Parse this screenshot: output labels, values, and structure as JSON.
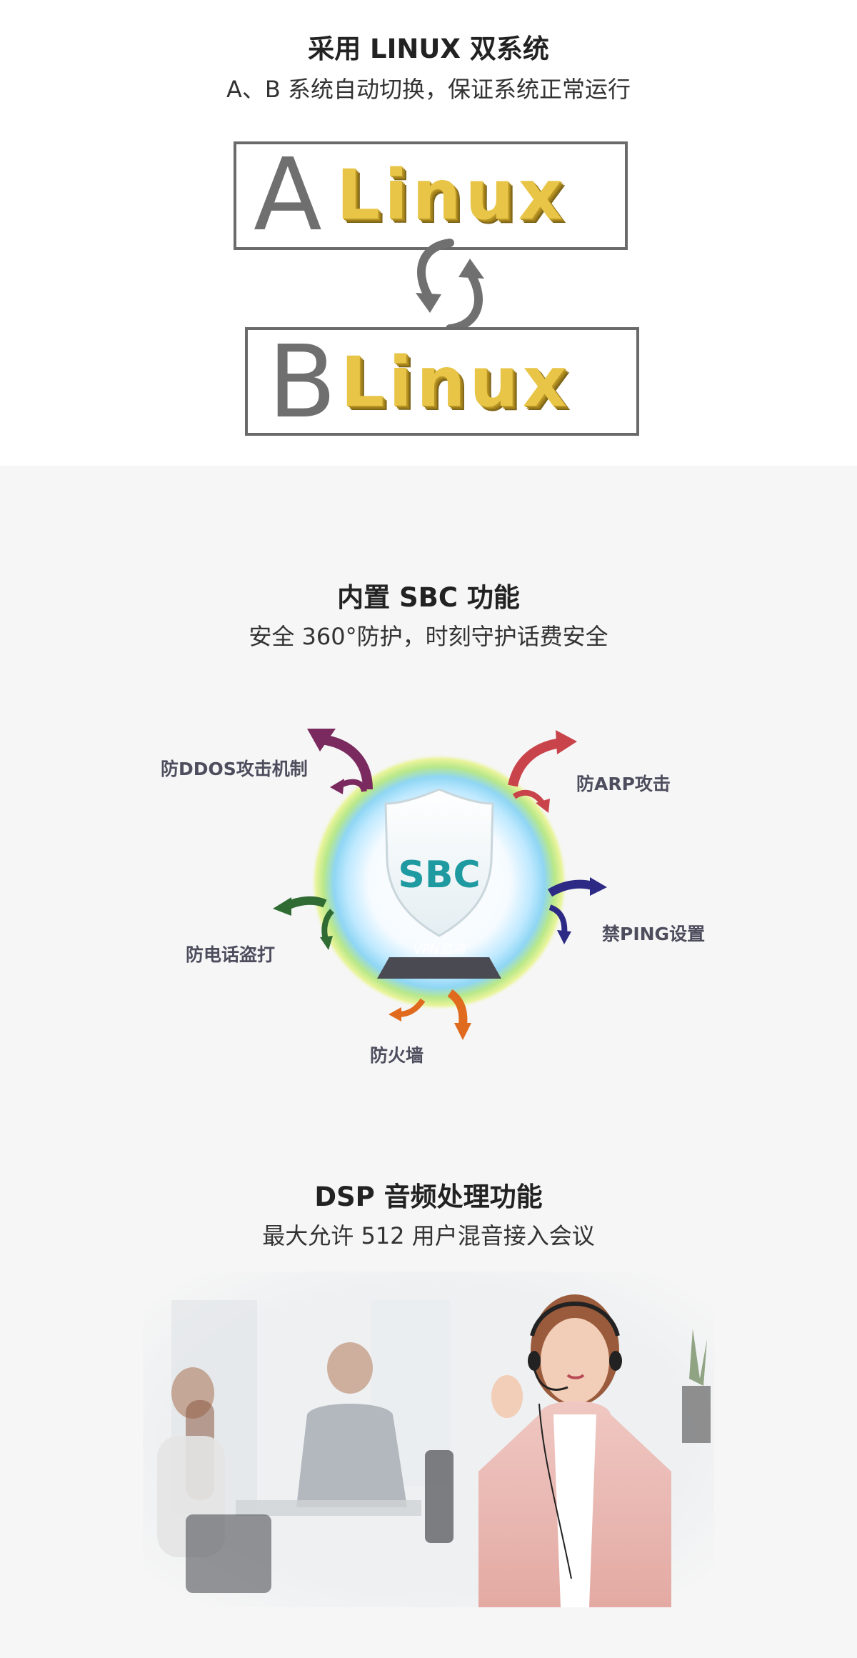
{
  "section_linux": {
    "title": "采用 LINUX 双系统",
    "subtitle": "A、B 系统自动切换，保证系统正常运行",
    "box_a": {
      "letter": "A",
      "word": "Linux"
    },
    "box_b": {
      "letter": "B",
      "word": "Linux"
    }
  },
  "section_sbc": {
    "title": "内置 SBC 功能",
    "subtitle": "安全 360°防护，时刻守护话费安全",
    "shield_label": "SBC",
    "base_label": "VPN监测",
    "features": {
      "ddos": "防DDOS攻击机制",
      "arp": "防ARP攻击",
      "ping": "禁PING设置",
      "phone": "防电话盗打",
      "firewall": "防火墙"
    }
  },
  "section_dsp": {
    "title": "DSP 音频处理功能",
    "subtitle": "最大允许 512 用户混音接入会议"
  },
  "colors": {
    "ddos_arrow": "#7a2a5e",
    "arp_arrow": "#c9434a",
    "ping_arrow": "#2d2a86",
    "phone_arrow": "#2f6b33",
    "firewall_arrow": "#e06a1e",
    "shield_text": "#1f9aa1"
  }
}
